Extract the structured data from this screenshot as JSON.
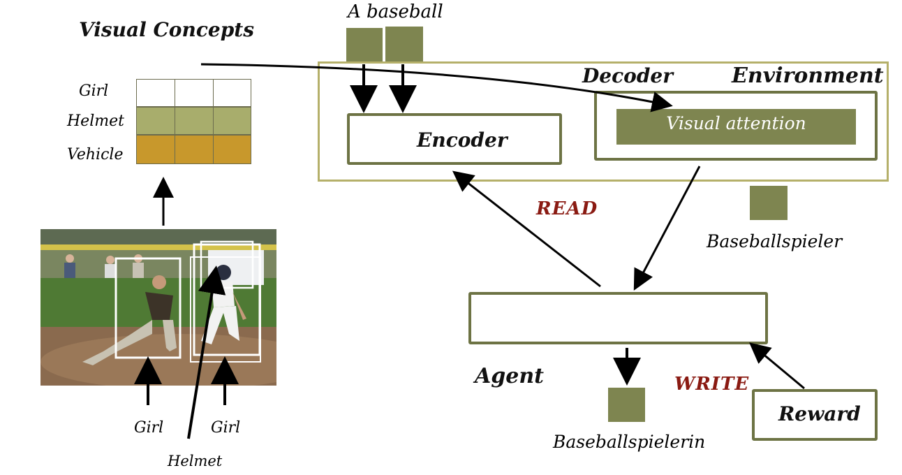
{
  "visual_concepts": {
    "title": "Visual Concepts",
    "rows": [
      {
        "label": "Girl",
        "color": "#ffffff"
      },
      {
        "label": "Helmet",
        "color": "#a8ad6c"
      },
      {
        "label": "Vehicle",
        "color": "#c8982c"
      }
    ]
  },
  "photo_labels": {
    "left": "Girl",
    "right": "Girl",
    "bottom": "Helmet"
  },
  "input_words": {
    "text": "A  baseball"
  },
  "environment": {
    "title": "Environment",
    "decoder_title": "Decoder",
    "encoder_label": "Encoder",
    "visual_attention_label": "Visual attention"
  },
  "actions": {
    "read": "READ",
    "write": "WRITE"
  },
  "agent": {
    "label": "Agent",
    "output_word": "Baseballspielerin",
    "decoder_output_word": "Baseballspieler"
  },
  "reward": {
    "label": "Reward"
  },
  "colors": {
    "olive": "#7e8550",
    "border": "#6d7344",
    "env_border": "#b5b06a",
    "red": "#8a1a12"
  }
}
